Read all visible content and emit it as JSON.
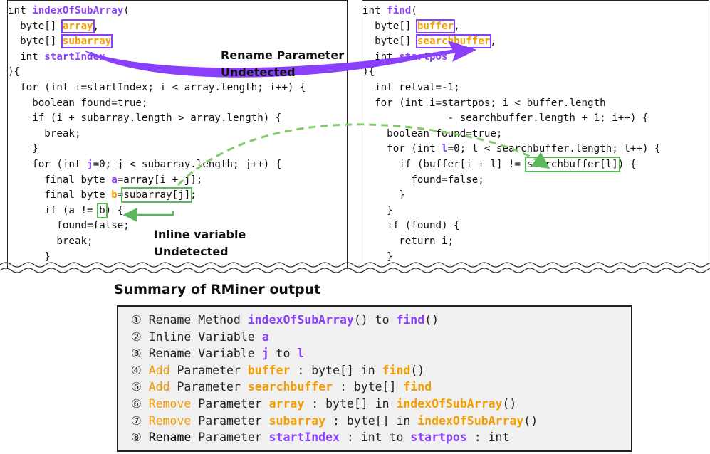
{
  "left_code": {
    "l1_pre": "int ",
    "l1_name": "indexOfSubArray",
    "l1_post": "(",
    "l2_pre": "  byte[] ",
    "l2_param": "array",
    "l2_post": ",",
    "l3_pre": "  byte[] ",
    "l3_param": "subarray",
    "l4_pre": "  int ",
    "l4_param": "startIndex",
    "l5": "){",
    "l6": "  for (int i=startIndex; i < array.length; i++) {",
    "l7": "    boolean found=true;",
    "l8": "    if (i + subarray.length > array.length) {",
    "l9": "      break;",
    "l10": "    }",
    "l11_pre": "    for (int ",
    "l11_var": "j",
    "l11_post": "=0; j < subarray.length; j++) {",
    "l12_pre": "      final byte ",
    "l12_var": "a",
    "l12_post": "=array[i + j];",
    "l13_pre": "      final byte ",
    "l13_var": "b",
    "l13_eq": "=",
    "l13_box": "subarray[j]",
    "l13_post": ";",
    "l14_pre": "      if (a != ",
    "l14_box": "b",
    "l14_post": ") {",
    "l15": "        found=false;",
    "l16": "        break;",
    "l17": "      }"
  },
  "right_code": {
    "l1_pre": "int ",
    "l1_name": "find",
    "l1_post": "(",
    "l2_pre": "  byte[] ",
    "l2_param": "buffer",
    "l2_post": ",",
    "l3_pre": "  byte[] ",
    "l3_param": "searchbuffer",
    "l3_post": ",",
    "l4_pre": "  int ",
    "l4_param": "startpos",
    "l5": "){",
    "l6": "  int retval=-1;",
    "l7": "  for (int i=startpos; i < buffer.length",
    "l8": "              - searchbuffer.length + 1; i++) {",
    "l9": "    boolean found=true;",
    "l10_pre": "    for (int ",
    "l10_var": "l",
    "l10_post": "=0; l < searchbuffer.length; l++) {",
    "l11_pre": "      if (buffer[i + l] != ",
    "l11_box": "searchbuffer[l]",
    "l11_post": ") {",
    "l12": "        found=false;",
    "l13": "      }",
    "l14": "    }",
    "l15": "    if (found) {",
    "l16": "      return i;",
    "l17": "    }"
  },
  "annotations": {
    "rename_param_1": "Rename Parameter",
    "rename_param_2": "Undetected",
    "inline_var_1": "Inline variable",
    "inline_var_2": "Undetected"
  },
  "summary": {
    "title": "Summary of RMiner output",
    "r1": {
      "num": "①",
      "a": " Rename Method ",
      "b": "indexOfSubArray",
      "c": "() to ",
      "d": "find",
      "e": "()"
    },
    "r2": {
      "num": "②",
      "a": " Inline Variable ",
      "b": "a"
    },
    "r3": {
      "num": "③",
      "a": " Rename Variable ",
      "b": "j",
      "c": " to ",
      "d": "l"
    },
    "r4": {
      "num": "④",
      "a": " ",
      "op": "Add",
      "b": " Parameter ",
      "c": "buffer",
      "d": " : byte[] in ",
      "e": "find",
      "f": "()"
    },
    "r5": {
      "num": "⑤",
      "a": " ",
      "op": "Add",
      "b": " Parameter ",
      "c": "searchbuffer",
      "d": " : byte[] ",
      "e": "find"
    },
    "r6": {
      "num": "⑥",
      "a": " ",
      "op": "Remove",
      "b": " Parameter ",
      "c": "array",
      "d": " : byte[] in ",
      "e": "indexOfSubArray",
      "f": "()"
    },
    "r7": {
      "num": "⑦",
      "a": " ",
      "op": "Remove",
      "b": " Parameter ",
      "c": "subarray",
      "d": " : byte[] in ",
      "e": "indexOfSubArray",
      "f": "()"
    },
    "r8": {
      "num": "⑧",
      "a": " ",
      "op": "Rename",
      "b": " Parameter ",
      "c": "startIndex",
      "d": " : int to ",
      "e": "startpos",
      "f": " : int"
    }
  },
  "colors": {
    "purple": "#8a3ffc",
    "orange": "#f59c00",
    "green": "#5cb85c",
    "panel_border": "#222222",
    "summary_bg": "#f0f0f0"
  }
}
